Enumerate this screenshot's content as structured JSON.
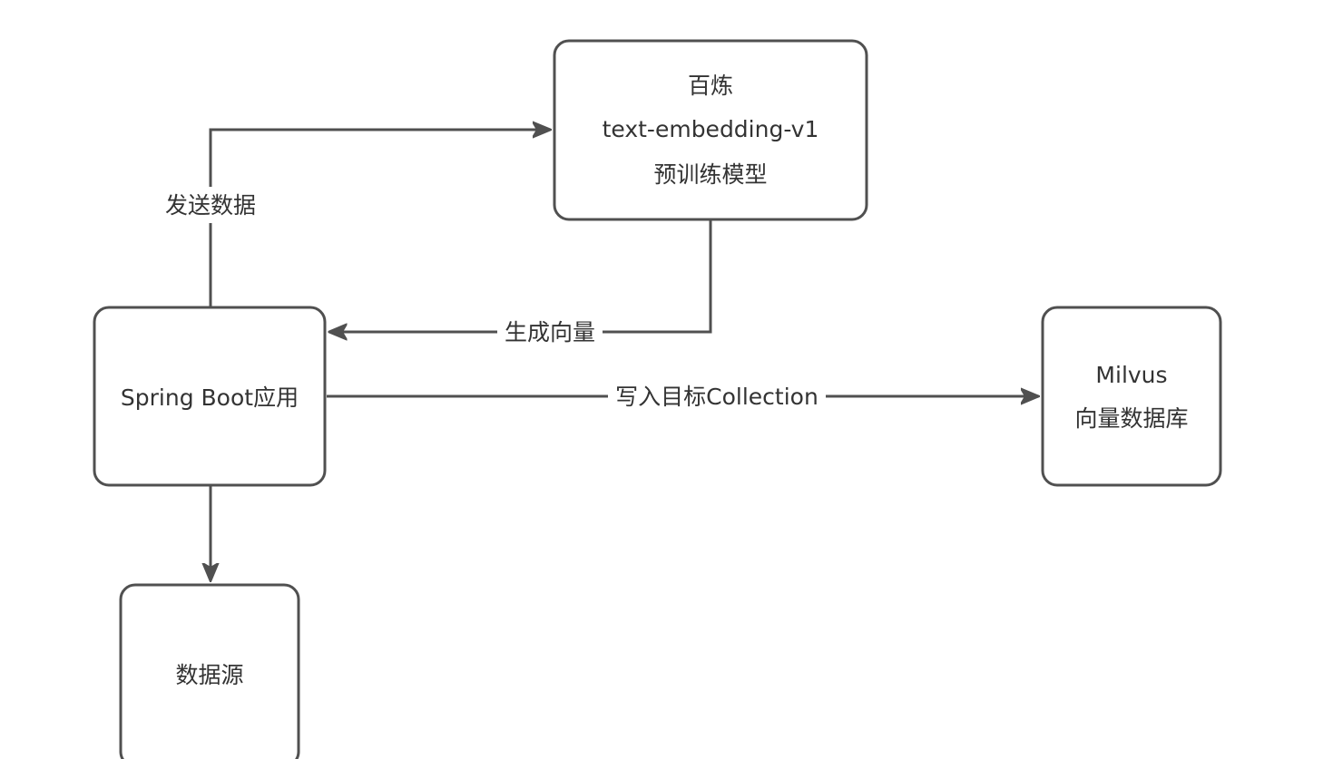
{
  "nodes": {
    "bailian": {
      "lines": [
        "百炼",
        "text-embedding-v1",
        "预训练模型"
      ]
    },
    "springboot": {
      "lines": [
        "Spring Boot应用"
      ]
    },
    "milvus": {
      "lines": [
        "Milvus",
        "向量数据库"
      ]
    },
    "datasource": {
      "lines": [
        "数据源"
      ]
    }
  },
  "edges": {
    "send_data": {
      "label": "发送数据"
    },
    "generate_vector": {
      "label": "生成向量"
    },
    "write_collection": {
      "label": "写入目标Collection"
    },
    "to_datasource": {
      "label": ""
    }
  },
  "colors": {
    "stroke": "#505050",
    "text": "#333333",
    "background": "#ffffff"
  }
}
